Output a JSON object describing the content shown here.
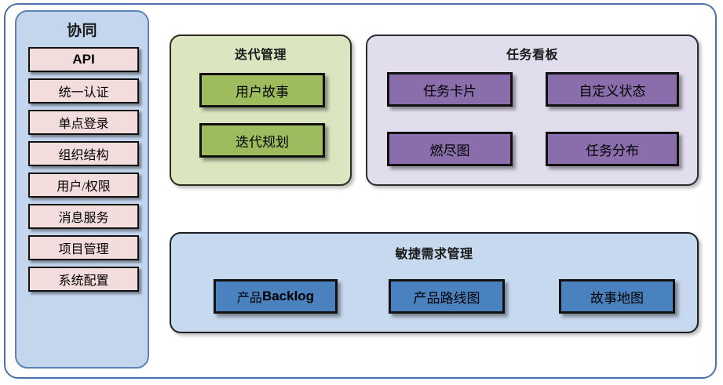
{
  "diagram": {
    "sidebar": {
      "title": "协同",
      "items": [
        {
          "label": "API",
          "emphasis": "bold"
        },
        {
          "label": "统一认证",
          "emphasis": "normal"
        },
        {
          "label": "单点登录",
          "emphasis": "normal"
        },
        {
          "label": "组织结构",
          "emphasis": "normal"
        },
        {
          "label": "用户/权限",
          "emphasis": "normal"
        },
        {
          "label": "消息服务",
          "emphasis": "normal"
        },
        {
          "label": "项目管理",
          "emphasis": "normal"
        },
        {
          "label": "系统配置",
          "emphasis": "normal"
        }
      ]
    },
    "iteration": {
      "title": "迭代管理",
      "items": [
        {
          "label": "用户故事"
        },
        {
          "label": "迭代规划"
        }
      ]
    },
    "taskboard": {
      "title": "任务看板",
      "items": [
        {
          "label": "任务卡片"
        },
        {
          "label": "自定义状态"
        },
        {
          "label": "燃尽图"
        },
        {
          "label": "任务分布"
        }
      ]
    },
    "agile": {
      "title": "敏捷需求管理",
      "items": [
        {
          "label": "产品Backlog",
          "prefix": "产品",
          "latin": "Backlog"
        },
        {
          "label": "产品路线图"
        },
        {
          "label": "故事地图"
        }
      ]
    },
    "colors": {
      "outer_border": "#4a72a8",
      "sidebar_fill": "#c3d6ee",
      "sidebar_border": "#5b85b8",
      "sidebar_item_fill": "#f3dcdc",
      "iteration_fill": "#dbe6c0",
      "iteration_item_fill": "#9cbc5e",
      "taskboard_fill": "#e2dded",
      "taskboard_item_fill": "#8a6eab",
      "agile_fill": "#c6d9ef",
      "agile_item_fill": "#4a81bf",
      "box_border": "#111111",
      "text": "#000000"
    }
  }
}
